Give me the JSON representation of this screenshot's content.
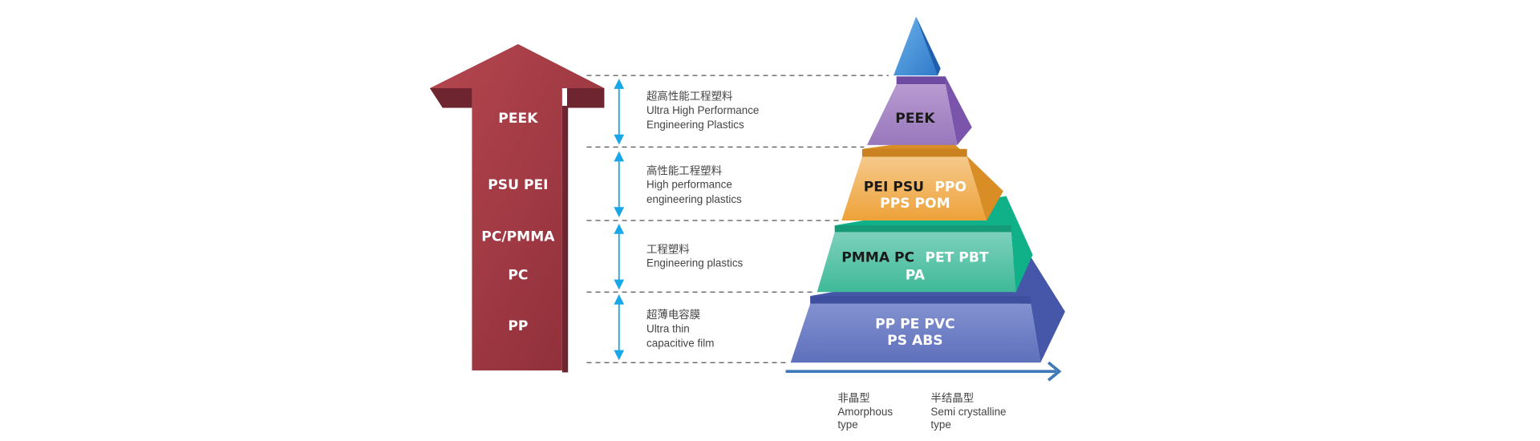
{
  "arrow_labels": [
    "PEEK",
    "PSU PEI",
    "PC/PMMA",
    "PC",
    "PP"
  ],
  "tiers": [
    {
      "cn": "超高性能工程塑料",
      "en1": "Ultra High Performance",
      "en2": "Engineering Plastics"
    },
    {
      "cn": "高性能工程塑料",
      "en1": "High performance",
      "en2": "engineering plastics"
    },
    {
      "cn": "工程塑料",
      "en1": "Engineering plastics",
      "en2": ""
    },
    {
      "cn": "超薄电容膜",
      "en1": "Ultra thin",
      "en2": "capacitive film"
    }
  ],
  "pyramid": {
    "peek": "PEEK",
    "orange_dark": "PEI  PSU",
    "orange_light": "PPO",
    "orange_line2": "PPS POM",
    "green_dark": "PMMA  PC",
    "green_light": "PET  PBT",
    "green_line2": "PA",
    "blue_line1": "PP  PE   PVC",
    "blue_line2": "PS   ABS"
  },
  "axis": {
    "left_cn": "非晶型",
    "left_en1": "Amorphous",
    "left_en2": "type",
    "right_cn": "半结晶型",
    "right_en1": "Semi crystalline",
    "right_en2": "type"
  },
  "colors": {
    "arrow": "#a23a45",
    "peek": "#a88bc6",
    "orange": "#f0b25a",
    "green": "#4fc3a5",
    "blue": "#6c7ec4",
    "accent_arrow": "#1aa7e8"
  }
}
